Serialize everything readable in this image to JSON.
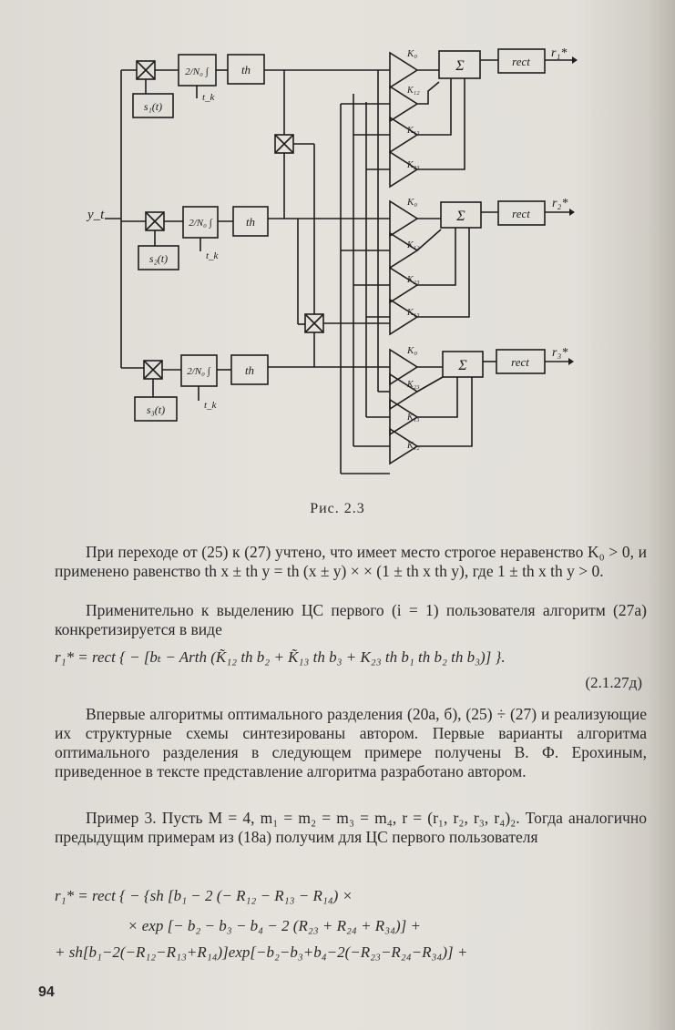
{
  "diagram": {
    "input_label": "y_t",
    "branches": [
      {
        "ref_label": "s₁(t)",
        "integrator_label": "2/N₀ ∫",
        "tk_label": "t_k",
        "nonlin_label": "th",
        "amp_labels": [
          "K₀",
          "K₁₂",
          "K₁₃",
          "K₂₃"
        ],
        "sum_label": "Σ",
        "rect_label": "rect",
        "out_label": "r₁*"
      },
      {
        "ref_label": "s₂(t)",
        "integrator_label": "2/N₀ ∫",
        "tk_label": "t_k",
        "nonlin_label": "th",
        "amp_labels": [
          "K₀",
          "K₁₂",
          "K₂₃",
          "K₁₃"
        ],
        "sum_label": "Σ",
        "rect_label": "rect",
        "out_label": "r₂*"
      },
      {
        "ref_label": "s₃(t)",
        "integrator_label": "2/N₀ ∫",
        "tk_label": "t_k",
        "nonlin_label": "th",
        "amp_labels": [
          "K₀",
          "K₂₃",
          "K₁₃",
          "K₁₂"
        ],
        "sum_label": "Σ",
        "rect_label": "rect",
        "out_label": "r₃*"
      }
    ],
    "caption": "Рис. 2.3"
  },
  "text": {
    "p1": "При переходе от (25) к (27) учтено, что имеет место строгое неравенство K₀ > 0, и применено равенство th x ± th y = th (x ± y) × × (1 ± th x th y), где 1 ± th x th y > 0.",
    "p2": "Применительно к выделению ЦС первого (i = 1) пользователя алгоритм (27а) конкретизируется в виде",
    "eq1": "r₁* = rect { − [bₜ − Arth (K̃₁₂ th b₂ + K̃₁₃ th b₃ + K₂₃ th b₁ th b₂ th b₃)] }.",
    "eq1_num": "(2.1.27д)",
    "p3": "Впервые алгоритмы оптимального разделения (20а, б), (25) ÷ (27) и реализующие их структурные схемы синтезированы автором. Первые варианты алгоритма оптимального разделения в следующем примере получены В. Ф. Ерохиным, приведенное в тексте представление алгоритма разработано автором.",
    "p4": "Пример 3. Пусть M = 4, m₁ = m₂ = m₃ = m₄, r = (r₁, r₂, r₃, r₄)₂. Тогда аналогично предыдущим примерам из (18а) получим для ЦС первого пользователя",
    "eq2_l1": "r₁* = rect { − {sh [b₁ − 2 (− R₁₂ − R₁₃ − R₁₄) ×",
    "eq2_l2": "× exp [− b₂ − b₃ − b₄ − 2 (R₂₃ + R₂₄ + R₃₄)] +",
    "eq2_l3": "+ sh[b₁−2(−R₁₂−R₁₃+R₁₄)]exp[−b₂−b₃+b₄−2(−R₂₃−R₂₄−R₃₄)] +",
    "page_number": "94"
  }
}
